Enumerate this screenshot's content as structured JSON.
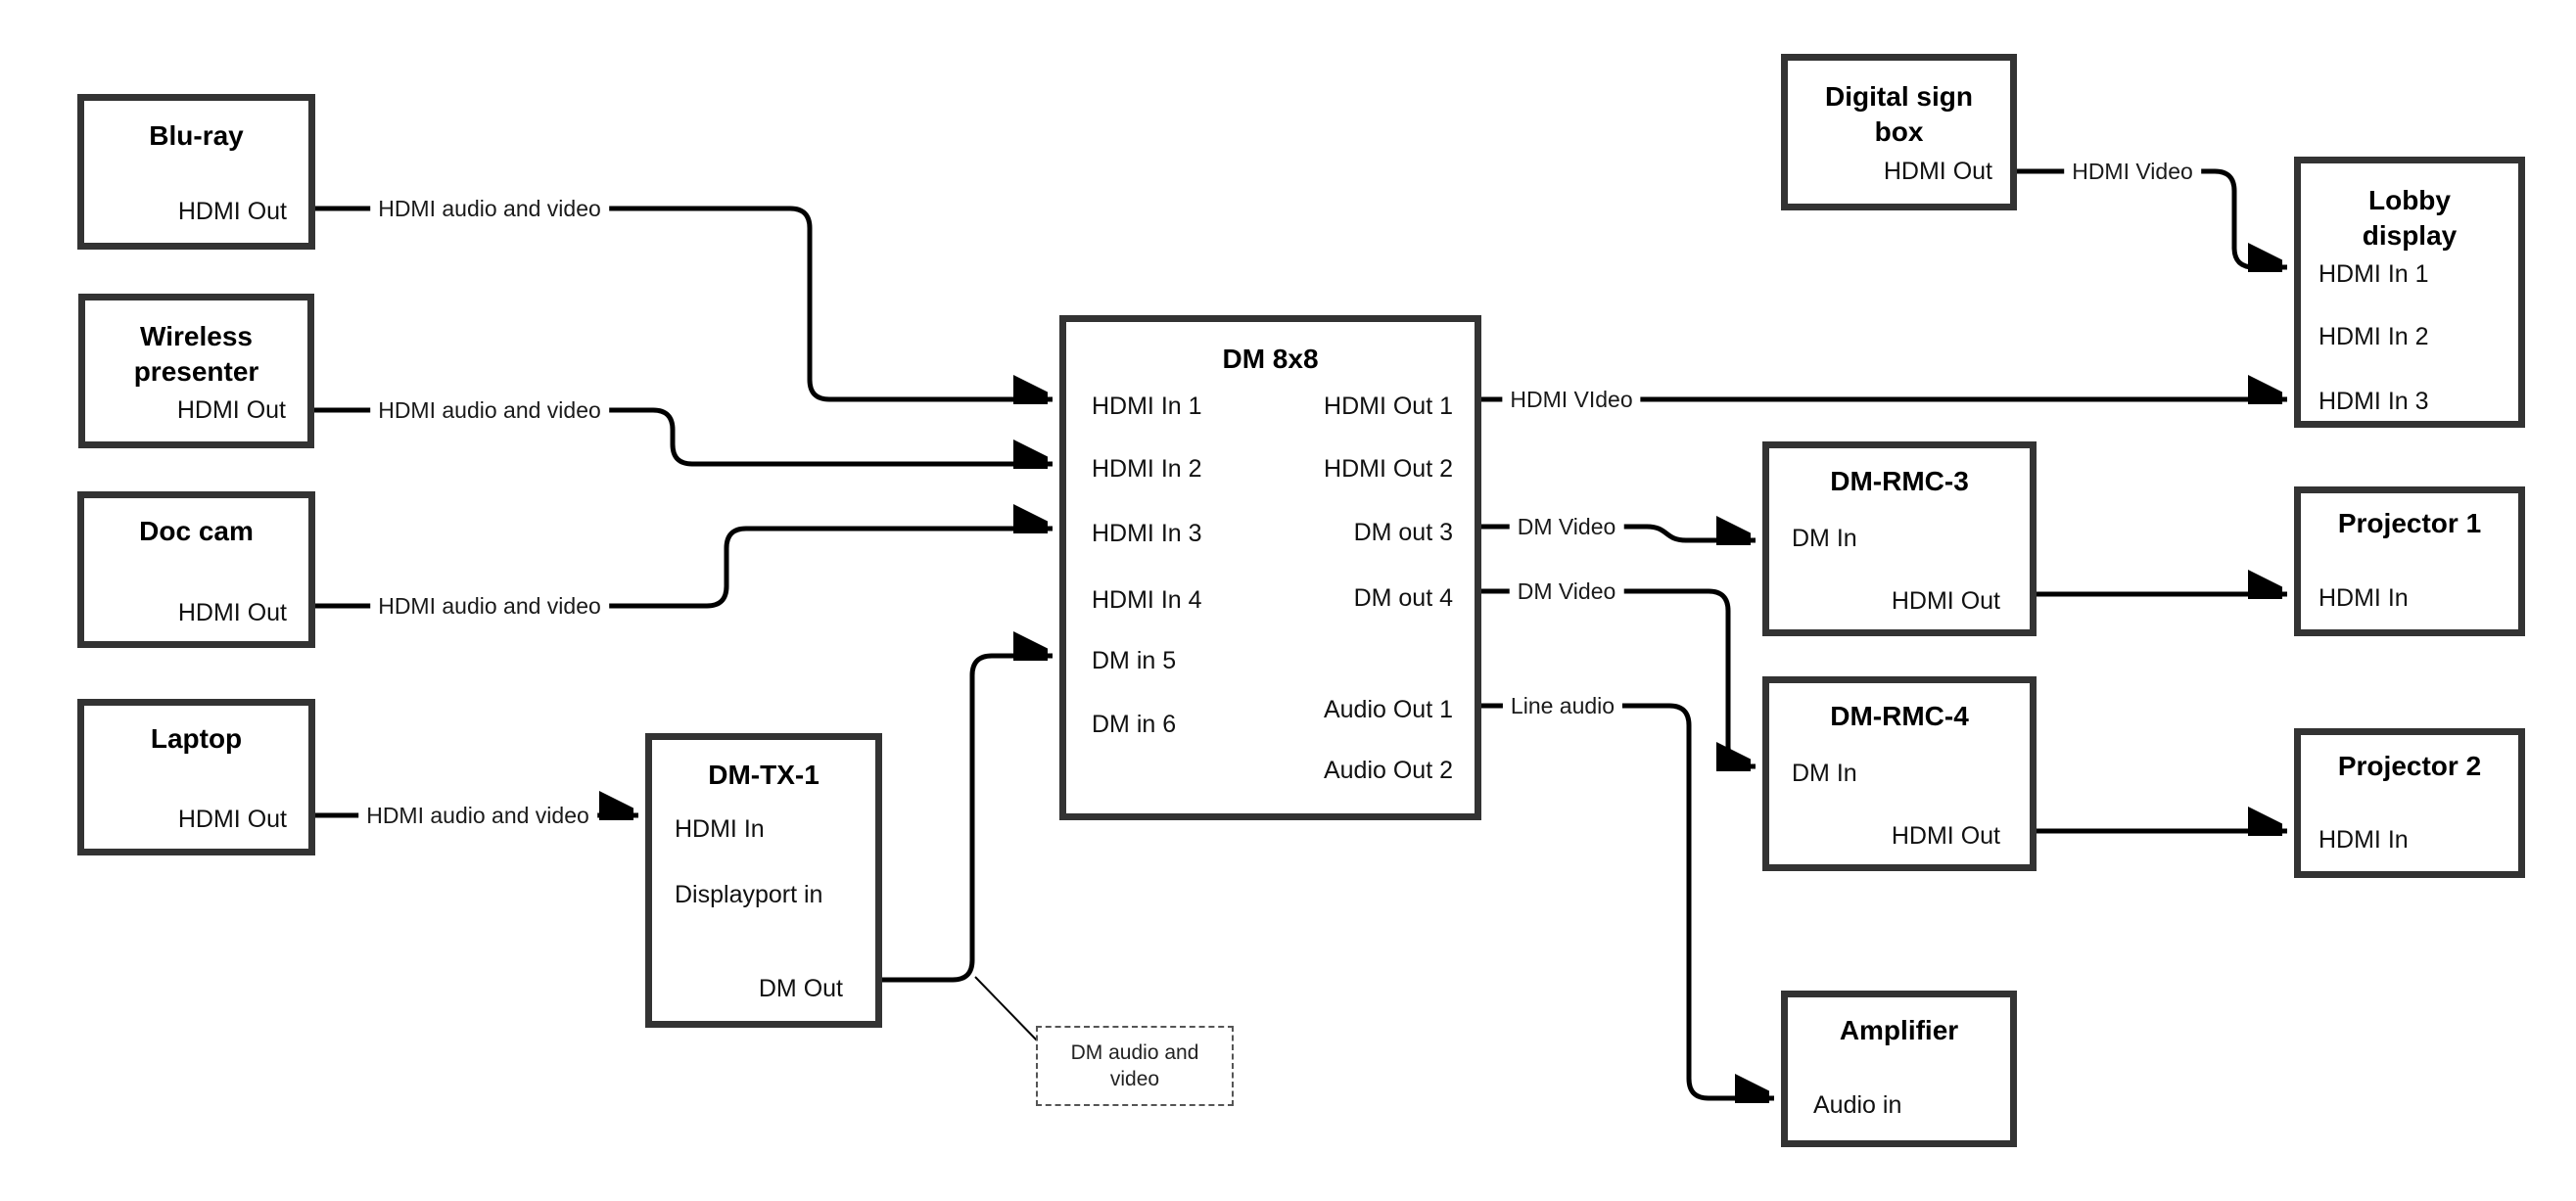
{
  "boxes": {
    "bluray": {
      "title": "Blu-ray",
      "ports": {
        "hdmi_out": "HDMI Out"
      }
    },
    "wireless": {
      "title": "Wireless\npresenter",
      "ports": {
        "hdmi_out": "HDMI Out"
      }
    },
    "doccam": {
      "title": "Doc cam",
      "ports": {
        "hdmi_out": "HDMI Out"
      }
    },
    "laptop": {
      "title": "Laptop",
      "ports": {
        "hdmi_out": "HDMI Out"
      }
    },
    "dmtx1": {
      "title": "DM-TX-1",
      "ports": {
        "hdmi_in": "HDMI In",
        "displayport_in": "Displayport in",
        "dm_out": "DM Out"
      }
    },
    "dm8x8": {
      "title": "DM 8x8",
      "inputs": [
        "HDMI In 1",
        "HDMI In 2",
        "HDMI In 3",
        "HDMI In 4",
        "DM in 5",
        "DM in 6"
      ],
      "outputs": [
        "HDMI Out 1",
        "HDMI Out 2",
        "DM out 3",
        "DM out 4",
        "Audio Out 1",
        "Audio Out 2"
      ]
    },
    "digital_sign": {
      "title": "Digital sign\nbox",
      "ports": {
        "hdmi_out": "HDMI Out"
      }
    },
    "lobby": {
      "title": "Lobby\ndisplay",
      "inputs": [
        "HDMI In 1",
        "HDMI In 2",
        "HDMI In 3"
      ]
    },
    "rmc3": {
      "title": "DM-RMC-3",
      "ports": {
        "dm_in": "DM In",
        "hdmi_out": "HDMI Out"
      }
    },
    "proj1": {
      "title": "Projector 1",
      "ports": {
        "hdmi_in": "HDMI In"
      }
    },
    "rmc4": {
      "title": "DM-RMC-4",
      "ports": {
        "dm_in": "DM In",
        "hdmi_out": "HDMI Out"
      }
    },
    "proj2": {
      "title": "Projector 2",
      "ports": {
        "hdmi_in": "HDMI In"
      }
    },
    "amplifier": {
      "title": "Amplifier",
      "ports": {
        "audio_in": "Audio in"
      }
    }
  },
  "connection_labels": {
    "hdmi_av": "HDMI audio and video",
    "hdmi_video_out1": "HDMI VIdeo",
    "dm_video": "DM Video",
    "line_audio": "Line audio",
    "hdmi_video_sign": "HDMI Video"
  },
  "note": {
    "text": "DM audio and video"
  },
  "colors": {
    "line": "#000000",
    "border": "#333333",
    "text": "#111111",
    "background": "#ffffff"
  }
}
